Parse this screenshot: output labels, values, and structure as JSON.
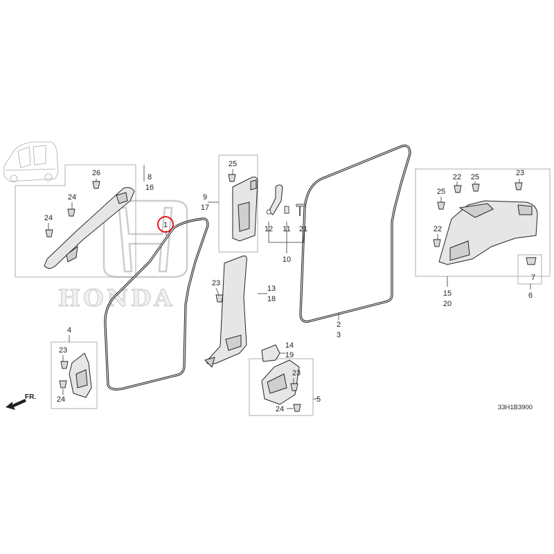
{
  "diagram": {
    "figure_code": "33H1B3900",
    "front_indicator": "FR.",
    "watermark_text": "HONDA",
    "highlight_color": "#e8141c",
    "highlighted_callout": "1",
    "callouts": {
      "c1": "1",
      "c2": "2",
      "c3": "3",
      "c4": "4",
      "c5": "5",
      "c6": "6",
      "c7": "7",
      "c8": "8",
      "c9": "9",
      "c10": "10",
      "c11": "11",
      "c12": "12",
      "c13": "13",
      "c14": "14",
      "c15": "15",
      "c16": "16",
      "c17": "17",
      "c18": "18",
      "c19": "19",
      "c20": "20",
      "c21": "21",
      "c22a": "22",
      "c22b": "22",
      "c23a": "23",
      "c23b": "23",
      "c23c": "23",
      "c23d": "23",
      "c24a": "24",
      "c24b": "24",
      "c24c": "24",
      "c24d": "24",
      "c25a": "25",
      "c25b": "25",
      "c25c": "25",
      "c26": "26"
    }
  }
}
